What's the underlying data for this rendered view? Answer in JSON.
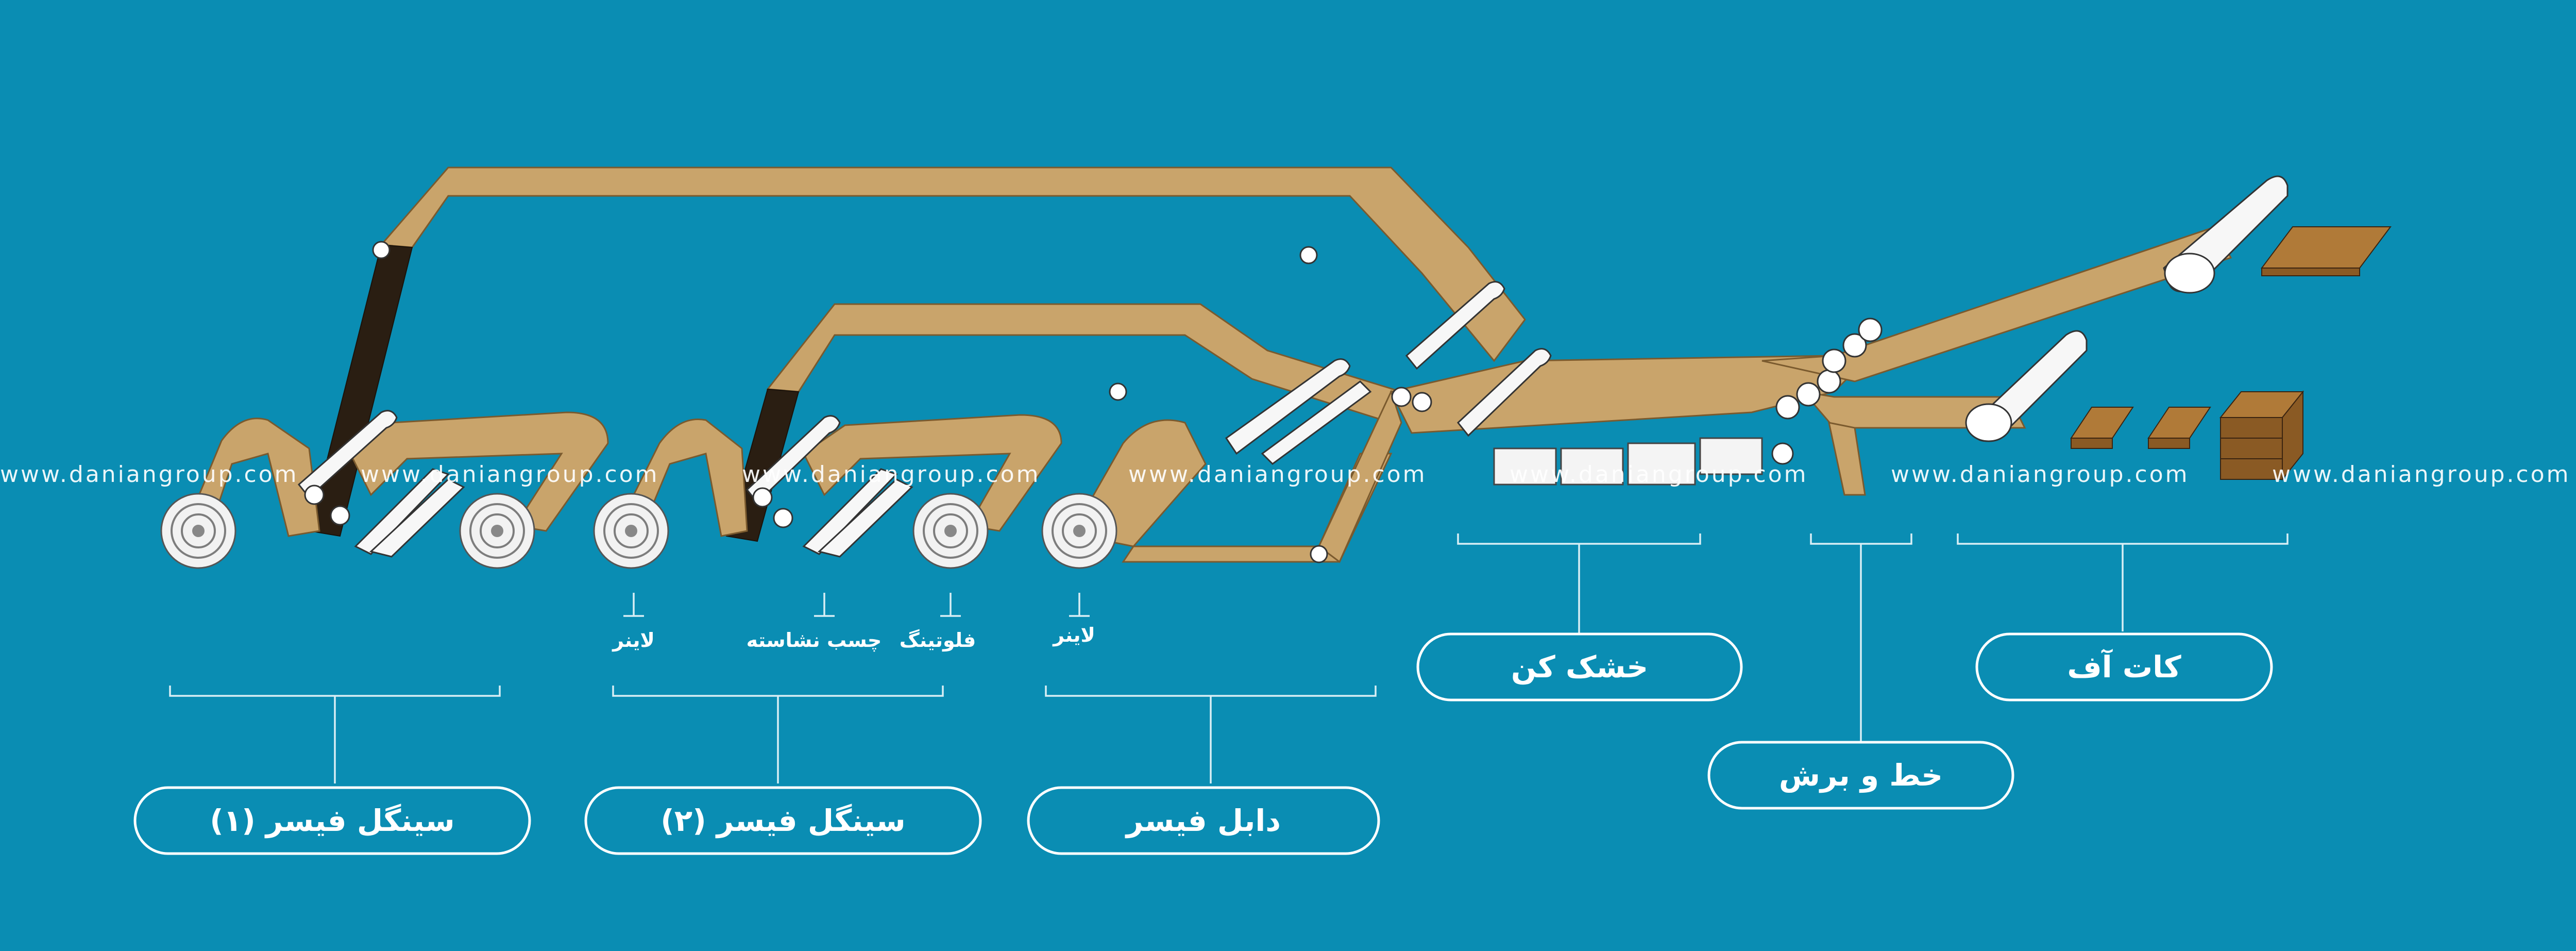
{
  "watermark": "www.daniangroup.com",
  "stages": {
    "single_facer_1": "سینگل فیسر (۱)",
    "single_facer_2": "سینگل فیسر (۲)",
    "double_facer": "دابل فیسر",
    "dryer": "خشک کن",
    "slit_score": "خط و برش",
    "cutoff": "کات آف"
  },
  "small_labels": {
    "liner_1": "لاینر",
    "starch_glue": "چسب نشاسته",
    "fluting": "فلوتینگ",
    "liner_2": "لاینر"
  },
  "colors": {
    "background": "#0a8db3",
    "paper": "#c9a46b",
    "paper_edge": "#7a5a2e",
    "label_outline": "#ffffff"
  }
}
